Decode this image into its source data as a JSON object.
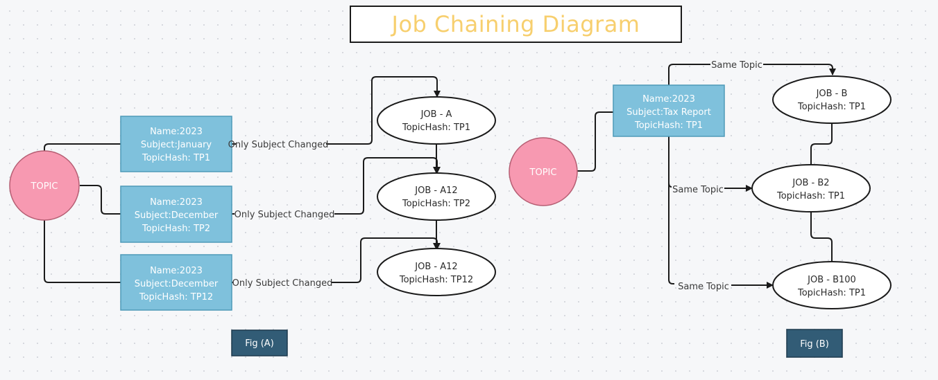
{
  "title": "Job Chaining Diagram",
  "colors": {
    "topic_fill": "#f799b1",
    "topic_stroke": "#b65e73",
    "box_fill": "#7fc1dc",
    "box_stroke": "#4e9ab8",
    "fig_fill": "#325c76",
    "title_text": "#f7cf6e"
  },
  "fig_a": {
    "label": "Fig (A)",
    "topic": "TOPIC",
    "messages": [
      {
        "lines": [
          "Name:2023",
          "Subject:January",
          "TopicHash: TP1"
        ],
        "edge_label": "Only Subject Changed"
      },
      {
        "lines": [
          "Name:2023",
          "Subject:December",
          "TopicHash: TP2"
        ],
        "edge_label": "Only Subject Changed"
      },
      {
        "lines": [
          "Name:2023",
          "Subject:December",
          "TopicHash: TP12"
        ],
        "edge_label": "Only Subject Changed"
      }
    ],
    "jobs": [
      {
        "lines": [
          "JOB - A",
          "TopicHash: TP1"
        ]
      },
      {
        "lines": [
          "JOB - A12",
          "TopicHash: TP2"
        ]
      },
      {
        "lines": [
          "JOB - A12",
          "TopicHash: TP12"
        ]
      }
    ]
  },
  "fig_b": {
    "label": "Fig (B)",
    "topic": "TOPIC",
    "message": {
      "lines": [
        "Name:2023",
        "Subject:Tax Report",
        "TopicHash: TP1"
      ]
    },
    "edge_labels": [
      "Same Topic",
      "Same Topic",
      "Same Topic"
    ],
    "jobs": [
      {
        "lines": [
          "JOB - B",
          "TopicHash: TP1"
        ]
      },
      {
        "lines": [
          "JOB - B2",
          "TopicHash: TP1"
        ]
      },
      {
        "lines": [
          "JOB - B100",
          "TopicHash: TP1"
        ]
      }
    ]
  }
}
